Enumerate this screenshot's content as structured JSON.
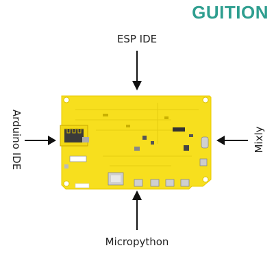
{
  "brand": {
    "text": "GUITION",
    "color": "#2e9e8f"
  },
  "labels": {
    "top": "ESP IDE",
    "left": "Arduino IDE",
    "right": "Mixly",
    "bottom": "Micropython"
  },
  "colors": {
    "board": "#f7df1e",
    "board_edge": "#e8c800",
    "arrow": "#111111",
    "text": "#222222"
  }
}
